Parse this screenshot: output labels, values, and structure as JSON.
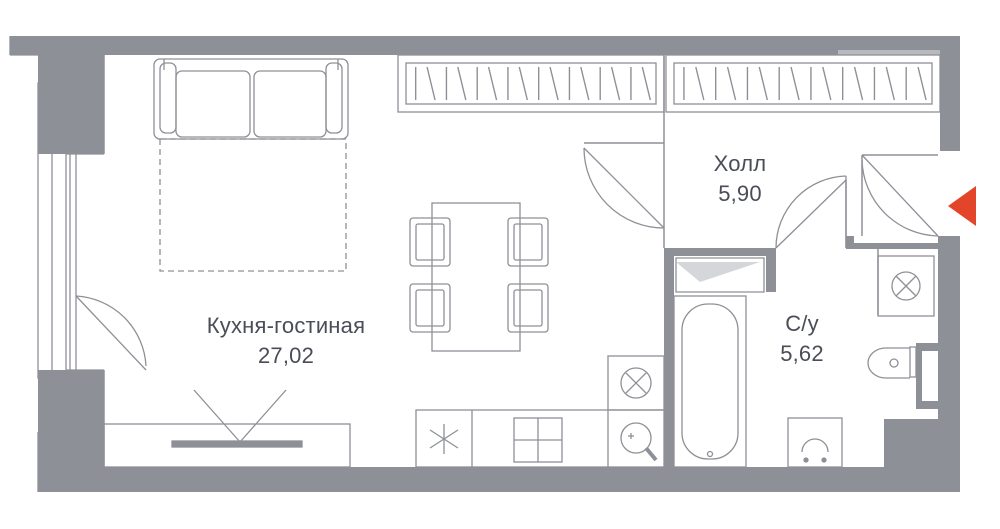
{
  "rooms": [
    {
      "name": "Кухня-гостиная",
      "area": "27,02"
    },
    {
      "name": "Холл",
      "area": "5,90"
    },
    {
      "name": "С/у",
      "area": "5,62"
    }
  ],
  "colors": {
    "wall": "#8e9097",
    "line": "#8e9097",
    "text": "#4a4d58",
    "entrance_marker": "#e2452a"
  },
  "icons": [
    "entrance-arrow-icon",
    "sofa-icon",
    "table-icon",
    "chair-icon",
    "hob-icon",
    "sink-icon",
    "washing-machine-icon",
    "bathtub-icon",
    "toilet-icon",
    "washbasin-icon"
  ]
}
